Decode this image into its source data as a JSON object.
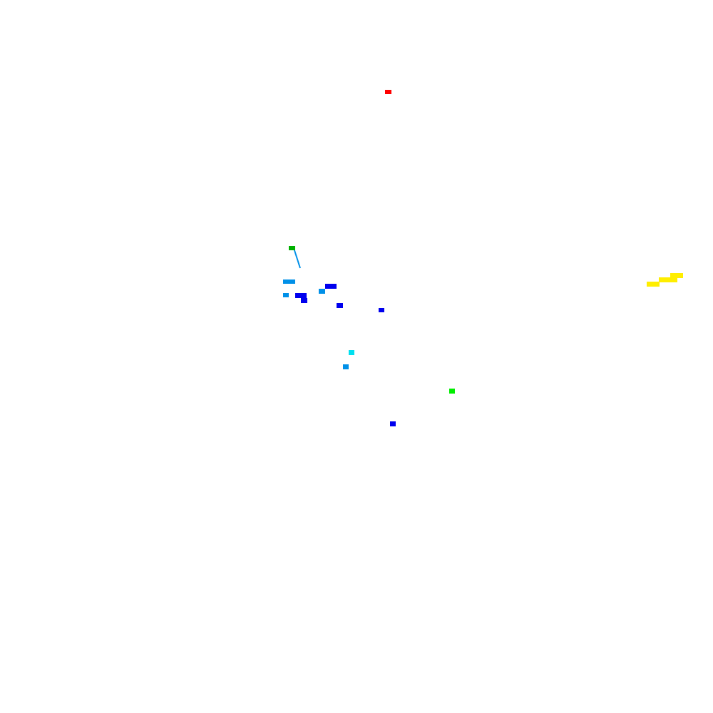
{
  "map": {
    "background": "#ffffff",
    "palette": {
      "red": "#ff0000",
      "dark_green": "#00b000",
      "green": "#00ee00",
      "sky_blue": "#0090e8",
      "blue": "#0000ee",
      "cyan": "#00e0f0",
      "yellow": "#ffee00"
    },
    "markers": [
      {
        "id": "marker-red",
        "color": "#ff0000"
      },
      {
        "id": "marker-dark-green",
        "color": "#00b000"
      },
      {
        "id": "marker-sky-blue-1",
        "color": "#0090e8"
      },
      {
        "id": "marker-sky-blue-2",
        "color": "#0090e8"
      },
      {
        "id": "marker-sky-blue-3",
        "color": "#0090e8"
      },
      {
        "id": "marker-blue-1",
        "color": "#0000ee"
      },
      {
        "id": "marker-blue-2",
        "color": "#0000ee"
      },
      {
        "id": "marker-blue-3",
        "color": "#0000ee"
      },
      {
        "id": "marker-blue-4",
        "color": "#0000ee"
      },
      {
        "id": "marker-blue-5",
        "color": "#0000ee"
      },
      {
        "id": "marker-blue-6",
        "color": "#0000ee"
      },
      {
        "id": "marker-cyan",
        "color": "#00e0f0"
      },
      {
        "id": "marker-sky-blue-4",
        "color": "#0090e8"
      },
      {
        "id": "marker-green",
        "color": "#00ee00"
      },
      {
        "id": "marker-yellow-1",
        "color": "#ffee00"
      },
      {
        "id": "marker-yellow-2",
        "color": "#ffee00"
      },
      {
        "id": "marker-yellow-3",
        "color": "#ffee00"
      }
    ],
    "tracks": [
      {
        "id": "track-sky-blue",
        "color": "#0090e8"
      }
    ]
  }
}
